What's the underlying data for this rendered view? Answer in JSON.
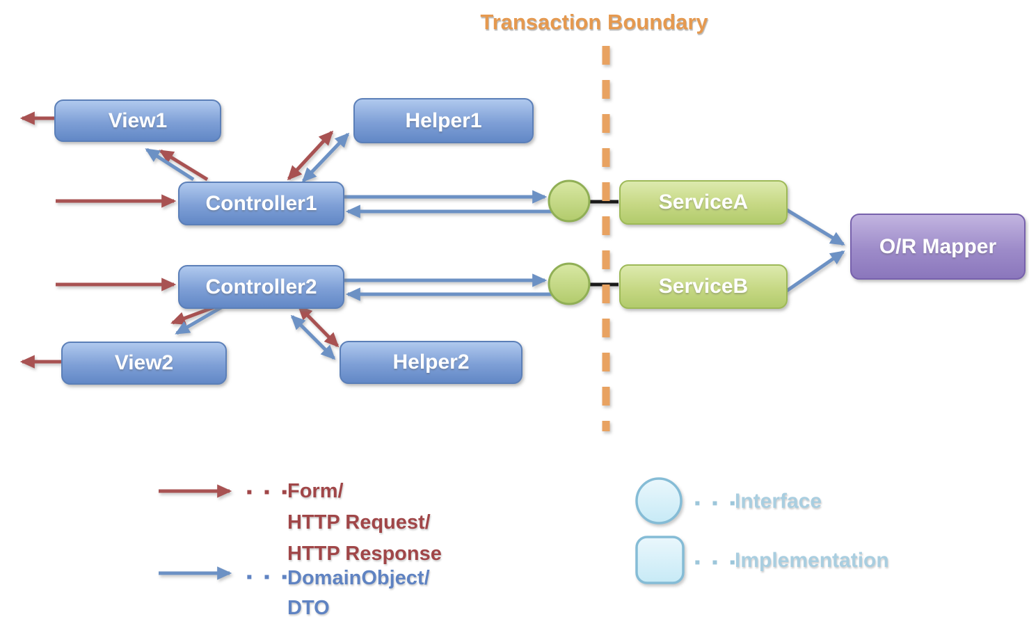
{
  "diagram": {
    "title": "Transaction Boundary"
  },
  "nodes": {
    "view1": "View1",
    "helper1": "Helper1",
    "controller1": "Controller1",
    "controller2": "Controller2",
    "view2": "View2",
    "helper2": "Helper2",
    "service_a": "ServiceA",
    "service_b": "ServiceB",
    "or_mapper": "O/R Mapper"
  },
  "legend": {
    "red_dots": "▪ ▪ ▪",
    "red_lines": [
      "Form/",
      "HTTP Request/",
      "HTTP Response"
    ],
    "blue_dots": "▪ ▪ ▪",
    "blue_lines": [
      "DomainObject/",
      "DTO"
    ],
    "interface_dots": "▪ ▪ ▪",
    "interface_label": "Interface",
    "implementation_dots": "▪ ▪ ▪",
    "implementation_label": "Implementation"
  },
  "colors": {
    "boundary_orange": "#E8A261",
    "title_orange": "#E5994F",
    "arrow_red": "#A85252",
    "arrow_blue": "#6C91C4",
    "connector_black": "#1A1A1A",
    "node_blue_fill": "#7E9FD6",
    "node_green_fill": "#B2CB6C",
    "node_purple_fill": "#8B77BC",
    "interface_circle_fill": "#C9EBF6",
    "interface_circle_border": "#85BCD6",
    "legend_text_red": "#A04648",
    "legend_text_blue": "#5F83C2",
    "legend_text_cyan": "#A9CEE0"
  }
}
